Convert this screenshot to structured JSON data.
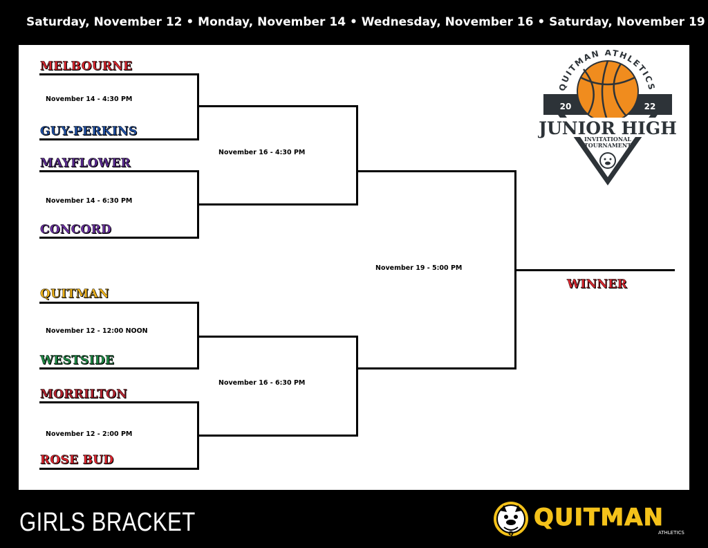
{
  "header": {
    "dates": "Saturday, November 12 • Monday, November 14 • Wednesday, November 16 •  Saturday, November 19"
  },
  "teams": [
    {
      "name": "MELBOURNE",
      "color": "#d7262e"
    },
    {
      "name": "GUY-PERKINS",
      "color": "#1f4fa3"
    },
    {
      "name": "MAYFLOWER",
      "color": "#5b2a91"
    },
    {
      "name": "CONCORD",
      "color": "#6a2fa0"
    },
    {
      "name": "QUITMAN",
      "color": "#f0b41c"
    },
    {
      "name": "WESTSIDE",
      "color": "#1d8a44"
    },
    {
      "name": "MORRILTON",
      "color": "#b2222e"
    },
    {
      "name": "ROSE BUD",
      "color": "#e0242e"
    }
  ],
  "games": {
    "r1_g1": "November 14 - 4:30 PM",
    "r1_g2": "November 14 - 6:30 PM",
    "r1_g3": "November 12 - 12:00 NOON",
    "r1_g4": "November 12 - 2:00 PM",
    "r2_g1": "November 16 - 4:30 PM",
    "r2_g2": "November 16 - 6:30 PM",
    "final": "November 19 - 5:00 PM"
  },
  "winner": {
    "label": "WINNER",
    "color": "#d7262e"
  },
  "footer": {
    "title": "GIRLS BRACKET",
    "brand": "QUITMAN",
    "brand_sub": "ATHLETICS"
  },
  "logo": {
    "arc_text": "QUITMAN ATHLETICS",
    "year_left": "20",
    "year_right": "22",
    "line1": "JUNIOR HIGH",
    "line2": "INVITATIONAL",
    "line3": "TOURNAMENT"
  },
  "colors": {
    "brand_gold": "#f4c21a",
    "ball_orange": "#f08c1e",
    "logo_grey": "#2d3338"
  }
}
